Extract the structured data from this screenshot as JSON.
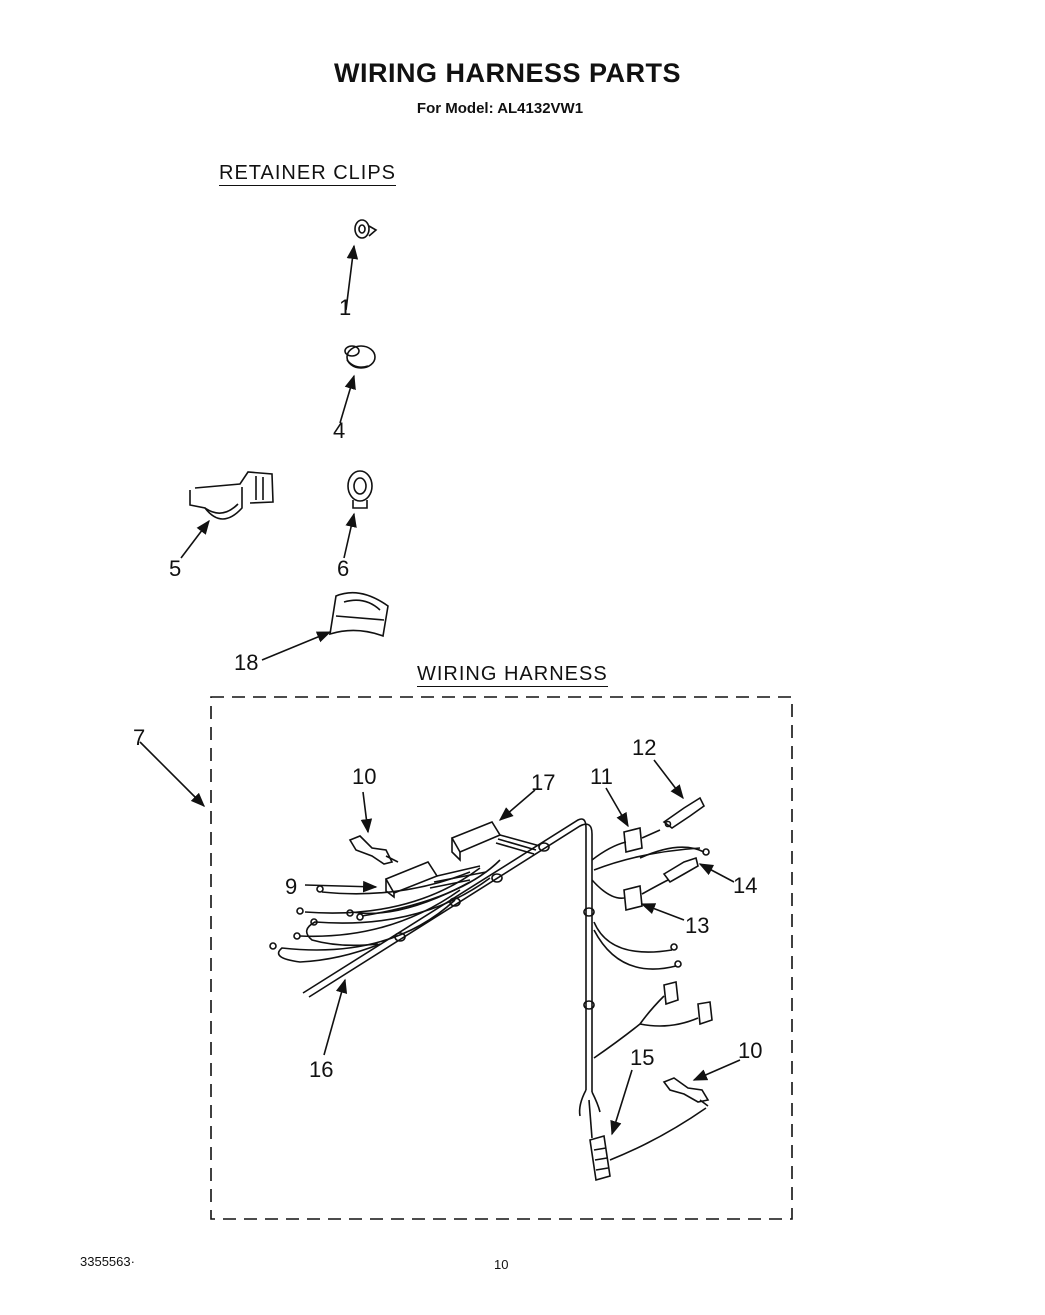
{
  "title": "WIRING HARNESS PARTS",
  "subtitle": "For Model: AL4132VW1",
  "sections": {
    "retainer_clips": "RETAINER CLIPS",
    "wiring_harness": "WIRING HARNESS"
  },
  "callouts": {
    "c1": "1",
    "c4": "4",
    "c5": "5",
    "c6": "6",
    "c18": "18",
    "c7": "7",
    "c9": "9",
    "c10_left": "10",
    "c10_right": "10",
    "c11": "11",
    "c12": "12",
    "c13": "13",
    "c14": "14",
    "c15": "15",
    "c16": "16",
    "c17": "17"
  },
  "footer": {
    "doc_number": "3355563·",
    "page_number": "10"
  }
}
